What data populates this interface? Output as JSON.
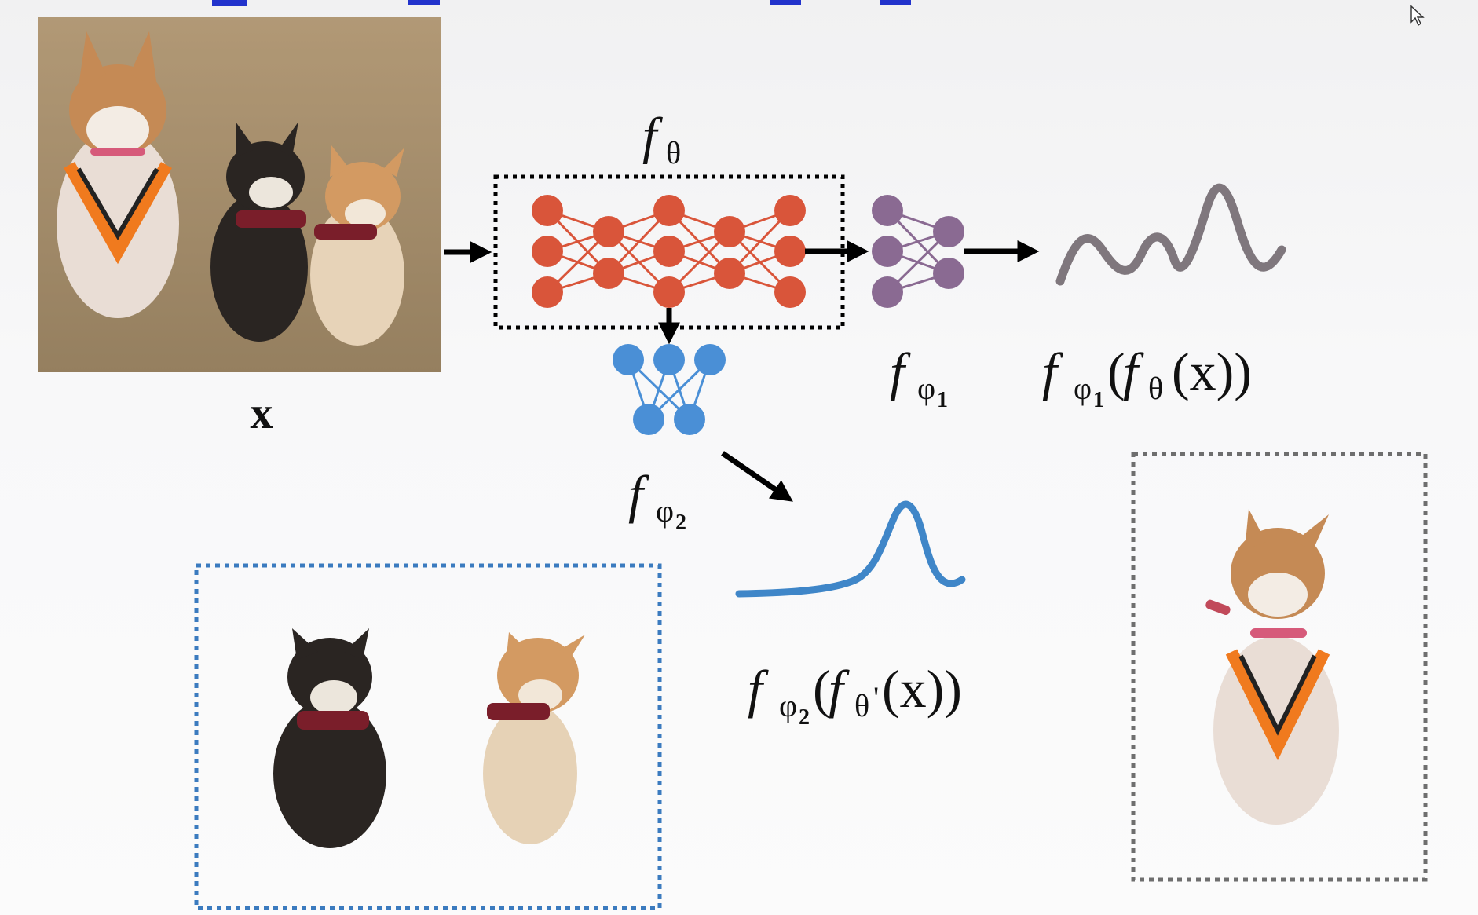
{
  "slide": {
    "colors": {
      "backbone": "#d9553a",
      "head1": "#8a6a92",
      "head2": "#4a8fd6",
      "curve1": "#7f777d",
      "curve2": "#3f86c8",
      "box_blue": "#3b7bbf",
      "box_gray": "#6e6e6e",
      "title_blue": "#2233cc"
    },
    "labels": {
      "input": "x",
      "backbone": {
        "f": "f",
        "sub": "θ"
      },
      "head1": {
        "f": "f",
        "sub": "φ",
        "subsub": "1"
      },
      "head2": {
        "f": "f",
        "sub": "φ",
        "subsub": "2"
      },
      "out1": {
        "f": "f",
        "sub": "φ",
        "subsub": "1",
        "open": "(",
        "inner_f": "f",
        "inner_sub": "θ",
        "arg": "(x))"
      },
      "out2": {
        "f": "f",
        "sub": "φ",
        "subsub": "2",
        "open": "(",
        "inner_f": "f",
        "inner_sub": "θ",
        "prime": "'",
        "arg": "(x))"
      }
    },
    "icons": [
      "mouse-cursor-icon",
      "dog-photo",
      "dog-cutout-pair",
      "dog-cutout-single"
    ]
  }
}
